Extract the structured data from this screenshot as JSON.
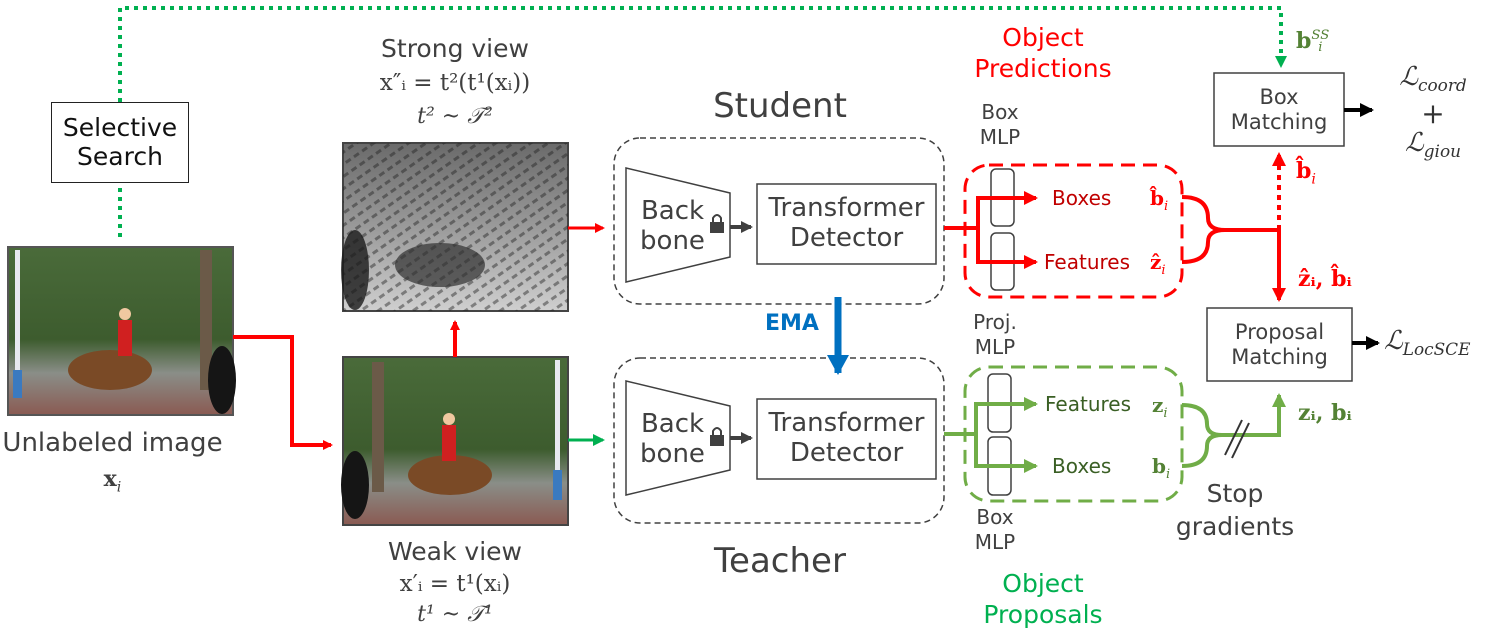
{
  "colors": {
    "red": "#ff0000",
    "dark_red": "#c00000",
    "green_dotted": "#00b050",
    "green": "#70ad47",
    "dark_green": "#3a5f24",
    "math_green": "#548235",
    "blue": "#0070c0",
    "gray": "#404040",
    "black": "#000000"
  },
  "selective_search": {
    "line1": "Selective",
    "line2": "Search"
  },
  "unlabeled_image": {
    "label": "Unlabeled image",
    "symbol": "x",
    "subscript": "i"
  },
  "strong_view": {
    "title": "Strong view",
    "formula": "x″ᵢ = t²(t¹(xᵢ))",
    "dist": "t² ~ 𝒯²"
  },
  "weak_view": {
    "title": "Weak view",
    "formula": "x′ᵢ = t¹(xᵢ)",
    "dist": "t¹ ~ 𝒯¹"
  },
  "student": {
    "title": "Student",
    "backbone_line1": "Back",
    "backbone_line2": "bone",
    "detector_line1": "Transformer",
    "detector_line2": "Detector"
  },
  "teacher": {
    "title": "Teacher",
    "backbone_line1": "Back",
    "backbone_line2": "bone",
    "detector_line1": "Transformer",
    "detector_line2": "Detector"
  },
  "ema_label": "EMA",
  "object_predictions": {
    "title_line1": "Object",
    "title_line2": "Predictions",
    "mlp_line1": "Box",
    "mlp_line2": "MLP",
    "boxes": "Boxes",
    "features": "Features",
    "boxes_symbol": "b̂",
    "features_symbol": "ẑ",
    "subscript": "i"
  },
  "object_proposals": {
    "title_line1": "Object",
    "title_line2": "Proposals",
    "proj_mlp_line1": "Proj.",
    "proj_mlp_line2": "MLP",
    "box_mlp_line1": "Box",
    "box_mlp_line2": "MLP",
    "features": "Features",
    "boxes": "Boxes",
    "features_symbol": "z",
    "boxes_symbol": "b",
    "subscript": "i"
  },
  "box_matching": {
    "line1": "Box",
    "line2": "Matching",
    "input_ss": "b",
    "input_ss_sub": "i",
    "input_ss_sup": "SS",
    "input_pred": "b̂",
    "input_pred_sub": "i",
    "loss_coord": "coord",
    "loss_plus": "+",
    "loss_giou": "giou",
    "loss_symbol": "ℒ"
  },
  "proposal_matching": {
    "line1": "Proposal",
    "line2": "Matching",
    "input_pred": "ẑᵢ, b̂ᵢ",
    "input_prop": "zᵢ, bᵢ",
    "loss_symbol": "ℒ",
    "loss_sub": "LocSCE"
  },
  "stop_gradients": {
    "line1": "Stop",
    "line2": "gradients"
  }
}
